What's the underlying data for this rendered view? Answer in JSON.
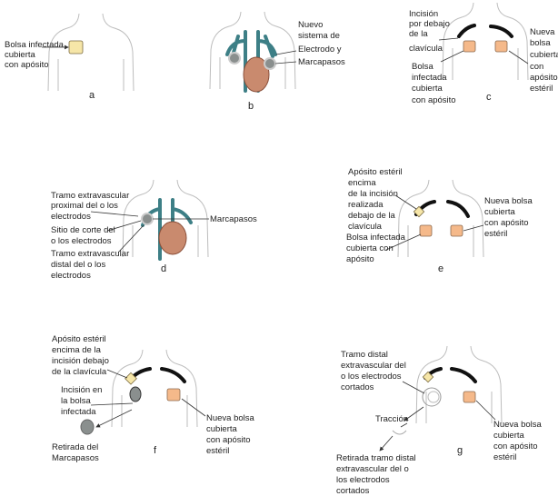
{
  "panels": {
    "a": {
      "letter": "a",
      "labels": [
        [
          "Bolsa infectada",
          "cubierta",
          "con apósito"
        ]
      ]
    },
    "b": {
      "letter": "b",
      "labels": [
        [
          "Nuevo",
          "sistema de",
          "Electrodo  y",
          "Marcapasos"
        ]
      ]
    },
    "c": {
      "letter": "c",
      "labels": [
        [
          "Incisión",
          "por debajo",
          "de la",
          "clavícula"
        ],
        [
          "Bolsa",
          "infectada",
          "cubierta",
          "con apósito"
        ],
        [
          "Nueva",
          "bolsa",
          "cubierta",
          "con",
          "apósito",
          "estéril"
        ]
      ]
    },
    "d": {
      "letter": "d",
      "labels": [
        [
          "Tramo extravascular",
          "proximal  del o los",
          "electrodos"
        ],
        [
          "Sitio de corte del",
          "o los electrodos"
        ],
        [
          "Tramo extravascular",
          "distal del o los",
          "electrodos"
        ],
        [
          "Marcapasos"
        ]
      ]
    },
    "e": {
      "letter": "e",
      "labels": [
        [
          "Apósito estéril",
          "encima",
          "de la incisión",
          "realizada",
          "debajo de la",
          "clavícula"
        ],
        [
          "Bolsa infectada",
          "cubierta con",
          "apósito"
        ],
        [
          "Nueva bolsa",
          "cubierta",
          "con apósito",
          "estéril"
        ]
      ]
    },
    "f": {
      "letter": "f",
      "labels": [
        [
          "Apósito estéril",
          "encima de la",
          "incisión debajo",
          "de la clavícula"
        ],
        [
          "Incisión en",
          "la bolsa",
          "infectada"
        ],
        [
          "Retirada del",
          "Marcapasos"
        ],
        [
          "Nueva bolsa",
          "cubierta",
          "con apósito",
          "estéril"
        ]
      ]
    },
    "g": {
      "letter": "g",
      "labels": [
        [
          "Tramo distal",
          "extravascular del",
          "o los electrodos",
          "cortados"
        ],
        [
          "Tracción"
        ],
        [
          "Retirada tramo distal",
          "extravascular del o",
          "los electrodos",
          "cortados"
        ],
        [
          "Nueva bolsa",
          "cubierta",
          "con apósito",
          "estéril"
        ]
      ]
    }
  },
  "colors": {
    "new_pocket": "#f5b98a",
    "infected_dressing": "#f6e6a8",
    "vessel": "#3d7f86"
  }
}
